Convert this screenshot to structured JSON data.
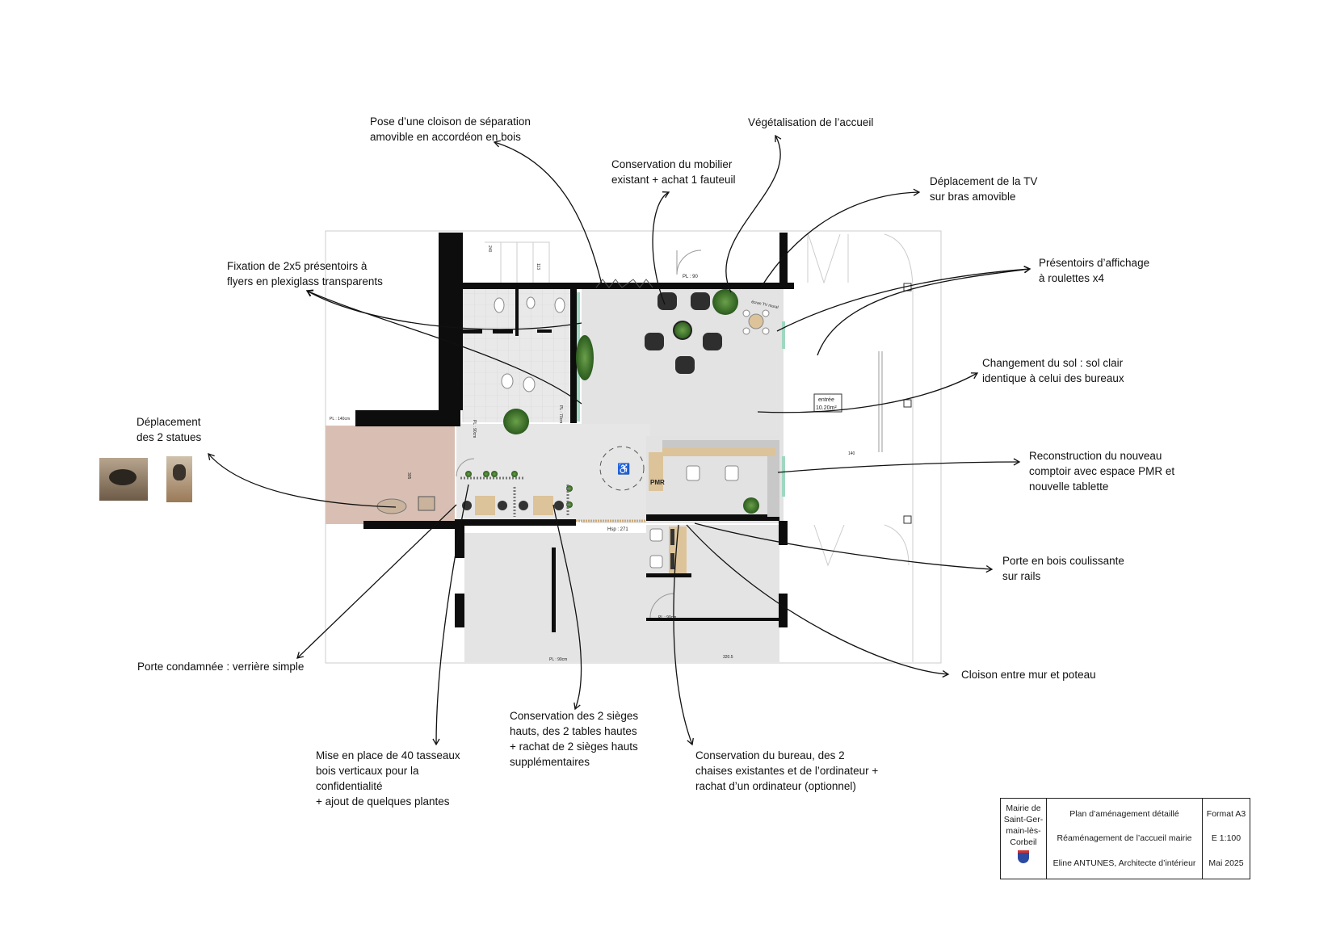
{
  "annotations": {
    "cloison_accordeon": "Pose d’une cloison de séparation\namovible en accordéon en bois",
    "vegetalisation": "Végétalisation de l’accueil",
    "mobilier": "Conservation du mobilier\nexistant + achat 1 fauteuil",
    "tv": "Déplacement de la TV\nsur bras amovible",
    "presentoirs": "Présentoirs d’affichage\nà roulettes x4",
    "flyers": "Fixation de 2x5 présentoirs à\nflyers en plexiglass transparents",
    "sol": "Changement du sol : sol clair\nidentique à celui des bureaux",
    "statues": "Déplacement\ndes 2 statues",
    "comptoir": "Reconstruction du nouveau\ncomptoir avec espace PMR et\nnouvelle tablette",
    "porte_coulissante": "Porte en bois coulissante\nsur rails",
    "porte_condamnee": "Porte condamnée : verrière simple",
    "cloison_poteau": "Cloison entre mur et poteau",
    "sieges": "Conservation des 2 sièges\nhauts, des 2 tables hautes\n+ rachat de 2 sièges hauts\nsupplémentaires",
    "tasseaux": "Mise en place de 40 tasseaux\nbois verticaux pour la\nconfidentialité\n+ ajout de quelques plantes",
    "bureau": "Conservation du bureau, des 2\nchaises existantes et de l’ordinateur +\nrachat d’un ordinateur (optionnel)"
  },
  "plan_labels": {
    "entree": "entrée",
    "entree_area": "10.20m²",
    "pmr": "PMR",
    "hsp": "Hsp : 271",
    "pl90_top": "PL : 90",
    "pl90cm": "PL : 90cm",
    "pl70cm": "PL : 70cm",
    "pl140cm": "PL : 140cm",
    "pl90cm_bottom": "PL : 90cm",
    "pl90cm_office": "PL : 90cm",
    "dim_305": "305",
    "dim_240": "240",
    "dim_113": "113",
    "dim_320": "320.5",
    "dim_140": "140",
    "tv_label": "écran TV mural"
  },
  "title_block": {
    "client": "Mairie de\nSaint-Ger-\nmain-lès-\nCorbeil",
    "title": "Plan d’aménagement détaillé",
    "subtitle": "Réaménagement de l’accueil mairie",
    "author": "Eline ANTUNES, Architecte d’intérieur",
    "format": "Format A3",
    "scale": "E 1:100",
    "date": "Mai 2025"
  },
  "colors": {
    "wall": "#0d0d0d",
    "floor": "#e4e4e4",
    "terrace": "#d9bfb3",
    "wood": "#dcc39a",
    "plant": "#3f7a2c",
    "seat": "#2e2e2e"
  }
}
